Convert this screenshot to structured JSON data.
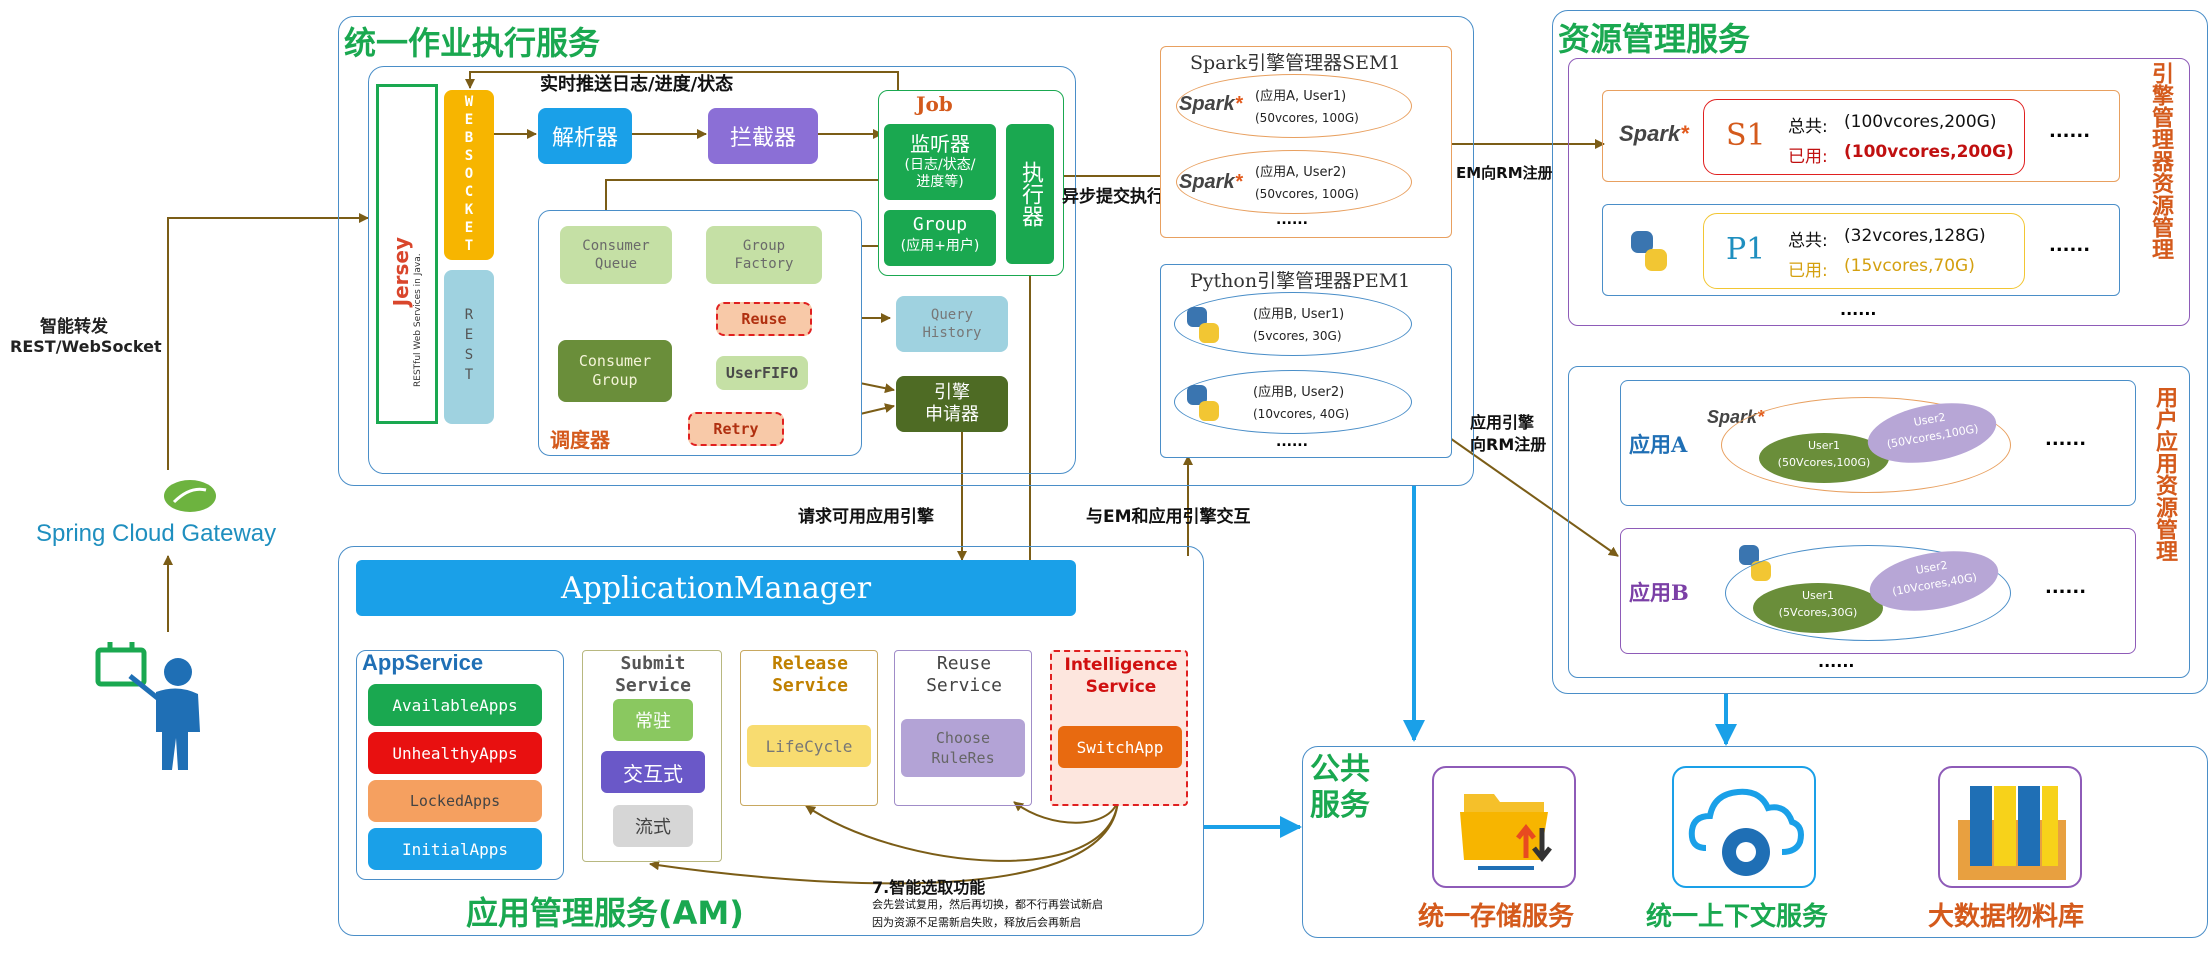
{
  "sections": {
    "unified_job": "统一作业执行服务",
    "resource_mgmt": "资源管理服务",
    "app_mgmt": "应用管理服务(AM)",
    "public": "公共\n服务"
  },
  "gateway": {
    "label": "Spring Cloud Gateway",
    "forward": "智能转发",
    "protocol": "REST/WebSocket"
  },
  "entrance": {
    "jersey": "Jersey",
    "jersey_sub": "RESTful Web Services in Java.",
    "websocket": "WEBSOCKET",
    "rest": "REST",
    "push": "实时推送日志/进度/状态",
    "parser": "解析器",
    "interceptor": "拦截器",
    "job": "Job",
    "listener": "监听器",
    "listener_sub": "(日志/状态/\n进度等)",
    "group": "Group",
    "group_sub": "(应用+用户)",
    "executor": "执行器",
    "async": "异步提交执行",
    "consumer_queue": "Consumer\nQueue",
    "group_factory": "Group\nFactory",
    "reuse": "Reuse",
    "query_history": "Query\nHistory",
    "consumer_group": "Consumer\nGroup",
    "user_fifo": "UserFIFO",
    "retry": "Retry",
    "engine_applier": "引擎\n申请器",
    "scheduler": "调度器"
  },
  "spark_em": {
    "title": "Spark引擎管理器SEM1",
    "e1": "(应用A, User1)",
    "e1_res": "(50vcores, 100G)",
    "e2": "(应用A, User2)",
    "e2_res": "(50vcores, 100G)",
    "more": "......",
    "register": "EM向RM注册"
  },
  "python_em": {
    "title": "Python引擎管理器PEM1",
    "e1": "(应用B, User1)",
    "e1_res": "(5vcores, 30G)",
    "e2": "(应用B, User2)",
    "e2_res": "(10vcores, 40G)",
    "more": "......",
    "register": "应用引擎\n向RM注册"
  },
  "flows": {
    "request_engine": "请求可用应用引擎",
    "interact": "与EM和应用引擎交互"
  },
  "engine_res": {
    "title": "引擎管理器资源管理",
    "s1": "S1",
    "s1_total_label": "总共:",
    "s1_total": "(100vcores,200G)",
    "s1_used_label": "已用:",
    "s1_used": "(100vcores,200G)",
    "p1": "P1",
    "p1_total_label": "总共:",
    "p1_total": "(32vcores,128G)",
    "p1_used_label": "已用:",
    "p1_used": "(15vcores,70G)",
    "more": "......",
    "spark_logo": "Spark"
  },
  "user_res": {
    "title": "用户应用资源管理",
    "app_a": "应用A",
    "app_b": "应用B",
    "a_user1": "User1",
    "a_user1_res": "(50Vcores,100G)",
    "a_user2": "User2",
    "a_user2_res": "(50Vcores,100G)",
    "b_user1": "User1",
    "b_user1_res": "(5Vcores,30G)",
    "b_user2": "User2",
    "b_user2_res": "(10Vcores,40G)",
    "more": "......"
  },
  "am": {
    "app_manager": "ApplicationManager",
    "app_service": "AppService",
    "available": "AvailableApps",
    "unhealthy": "UnhealthyApps",
    "locked": "LockedApps",
    "initial": "InitialApps",
    "submit": "Submit\nService",
    "submit1": "常驻",
    "submit2": "交互式",
    "submit3": "流式",
    "release": "Release\nService",
    "lifecycle": "LifeCycle",
    "reuse": "Reuse\nService",
    "choose": "Choose\nRuleRes",
    "intelligence": "Intelligence\nService",
    "switch": "SwitchApp",
    "smart_title": "7.智能选取功能",
    "smart_line1": "会先尝试复用，然后再切换，都不行再尝试新启",
    "smart_line2": "因为资源不足需新启失败，释放后会再新启"
  },
  "public": {
    "storage": "统一存储服务",
    "context": "统一上下文服务",
    "material": "大数据物料库"
  },
  "colors": {
    "green": "#1aa850",
    "arrow": "#7b5d17",
    "blue": "#1aa0e8",
    "orange": "#d45a1c",
    "purple": "#7b3fa6"
  }
}
